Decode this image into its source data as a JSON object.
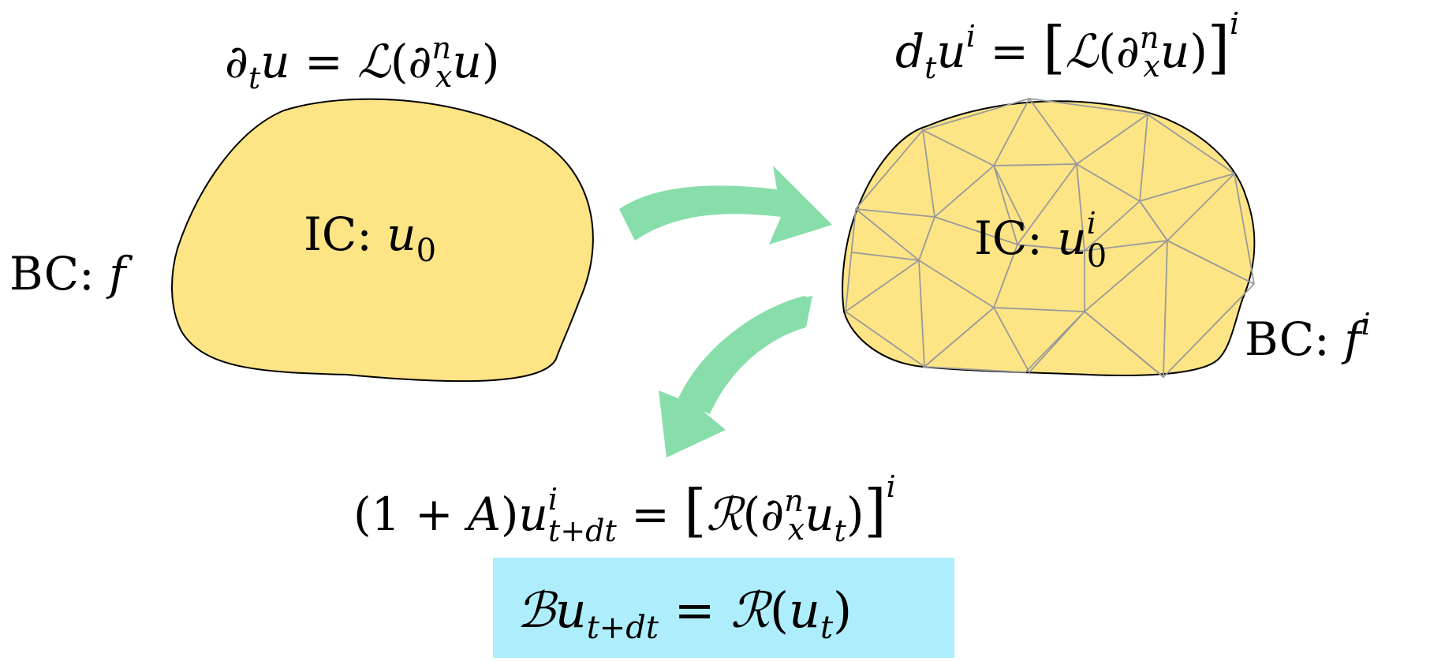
{
  "equations": {
    "continuous_pde": {
      "d": "∂",
      "t": "t",
      "u": "u",
      "eq": " = ",
      "L": "ℒ",
      "lp": "(",
      "x": "x",
      "n": "n",
      "rp": ")"
    },
    "discrete_pde": {
      "d": "d",
      "t": "t",
      "u": "u",
      "i": "i",
      "eq": " = ",
      "lb": "[",
      "L": "ℒ",
      "lp": "(",
      "pd": "∂",
      "x": "x",
      "n": "n",
      "rp": ")",
      "rb": "]"
    },
    "time_step": {
      "lp": "(1 + ",
      "A": "A",
      "rp": ")",
      "u": "u",
      "i": "i",
      "sub": "t+dt",
      "eq": " = ",
      "lb": "[",
      "R": "ℛ",
      "lp2": "(",
      "pd": "∂",
      "x": "x",
      "n": "n",
      "ut": "u",
      "t": "t",
      "rp2": ")",
      "rb": "]"
    },
    "operator_form": {
      "B": "ℬ",
      "u": "u",
      "sub": "t+dt",
      "eq": " = ",
      "R": "ℛ",
      "lp": "(",
      "ut": "u",
      "t": "t",
      "rp": ")"
    }
  },
  "labels": {
    "ic_continuous": {
      "prefix": "IC: ",
      "u": "u",
      "sub": "0"
    },
    "ic_discrete": {
      "prefix": "IC: ",
      "u": "u",
      "sub": "0",
      "sup": "i"
    },
    "bc_continuous": {
      "prefix": "BC: ",
      "f": "f"
    },
    "bc_discrete": {
      "prefix": "BC: ",
      "f": "f",
      "sup": "i"
    }
  },
  "colors": {
    "domain_fill": "#fde485",
    "arrow": "#88deaa",
    "mesh_line": "#9a9a9a",
    "highlight_box": "#aeeefc"
  }
}
